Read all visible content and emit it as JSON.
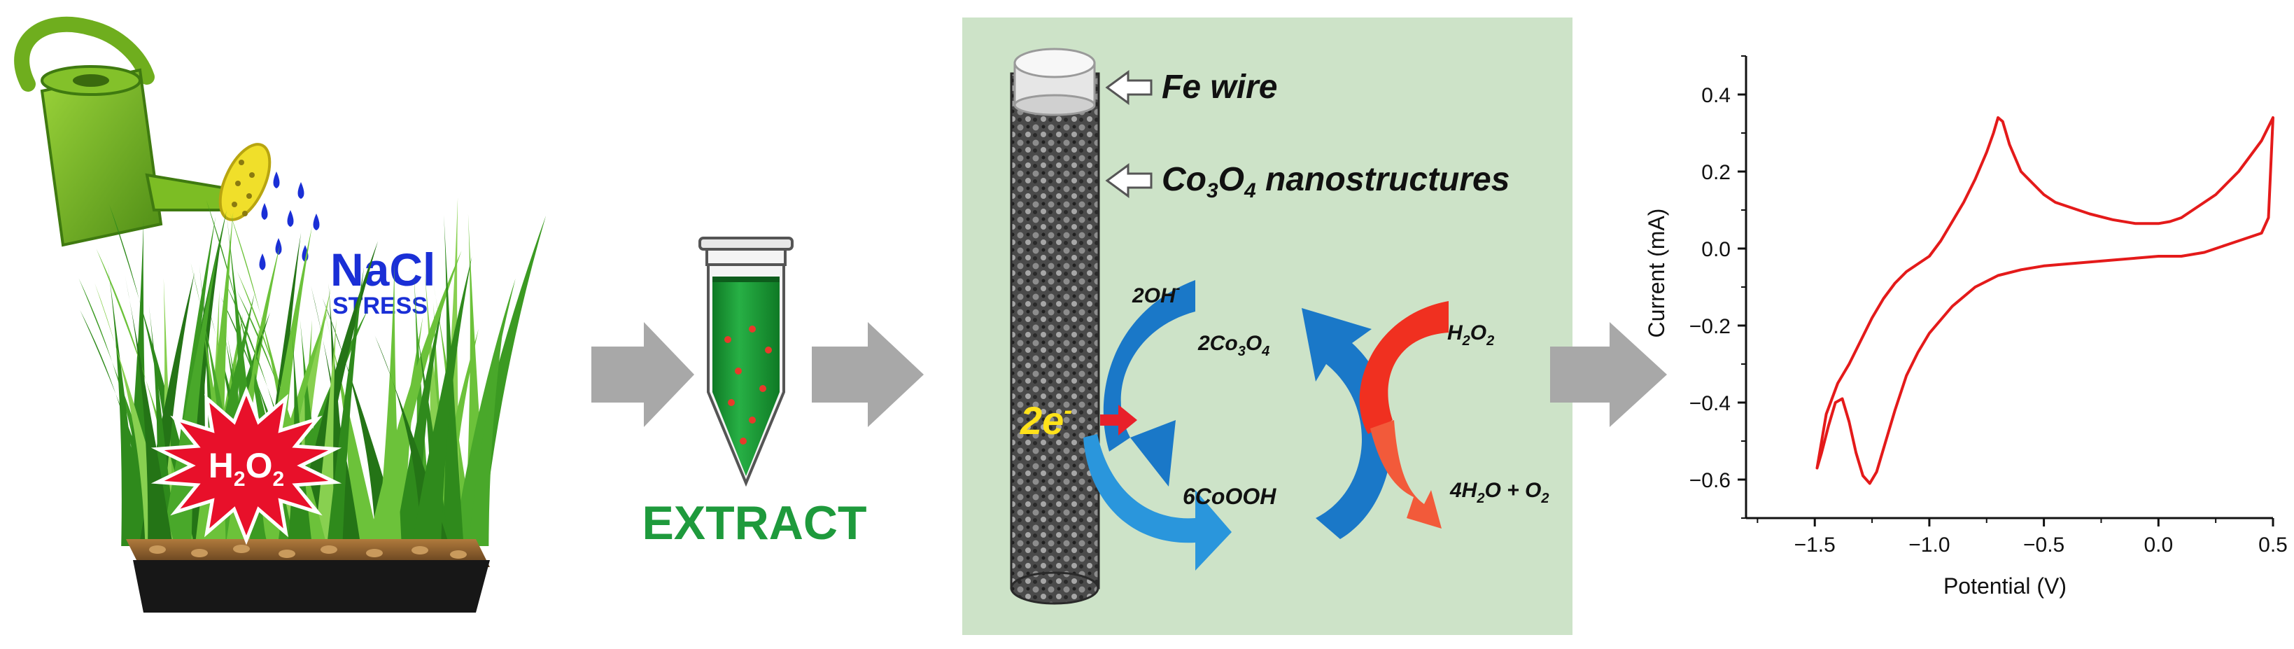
{
  "colors": {
    "panel_bg": "#cde3c8",
    "arrow_gray": "#a8a8a8",
    "nacl_blue": "#1a2fd6",
    "extract_green": "#1e9a3c",
    "electron_yellow": "#ffe21a",
    "cv_red": "#e41a1a",
    "blue_arrow": "#1a78c8",
    "red_arrow": "#f03020"
  },
  "plant_section": {
    "nacl_label": "NaCl",
    "stress_label": "STRESS",
    "h2o2_main": "H",
    "h2o2_sub1": "2",
    "h2o2_mid": "O",
    "h2o2_sub2": "2"
  },
  "extract_section": {
    "extract_label": "EXTRACT"
  },
  "sensor_section": {
    "fe_wire_label": "Fe wire",
    "nano_co": "Co",
    "nano_sub3": "3",
    "nano_o": "O",
    "nano_sub4": "4",
    "nano_rest": " nanostructures",
    "oh_main": "2OH",
    "oh_sup": "-",
    "co3o4_pre": "2Co",
    "co3o4_s1": "3",
    "co3o4_o": "O",
    "co3o4_s2": "4",
    "electron_main": "2e",
    "electron_sup": "-",
    "cooh_label": "6CoOOH",
    "h2o2_h": "H",
    "h2o2_s1": "2",
    "h2o2_o": "O",
    "h2o2_s2": "2",
    "prod_a": "4H",
    "prod_s1": "2",
    "prod_b": "O + O",
    "prod_s2": "2"
  },
  "chart_data": {
    "type": "line",
    "xlabel": "Potential (V)",
    "ylabel": "Current (mA)",
    "xlim": [
      -1.8,
      0.5
    ],
    "ylim": [
      -0.7,
      0.5
    ],
    "x_ticks": [
      -1.5,
      -1.0,
      -0.5,
      0.0,
      0.5
    ],
    "x_tick_labels": [
      "−1.5",
      "−1.0",
      "−0.5",
      "0.0",
      "0.5"
    ],
    "y_ticks": [
      -0.6,
      -0.4,
      -0.2,
      0.0,
      0.2,
      0.4
    ],
    "y_tick_labels": [
      "−0.6",
      "−0.4",
      "−0.2",
      "0.0",
      "0.2",
      "0.4"
    ],
    "grid": false,
    "series": [
      {
        "color": "#e41a1a",
        "x": [
          -1.49,
          -1.45,
          -1.4,
          -1.35,
          -1.3,
          -1.25,
          -1.2,
          -1.15,
          -1.1,
          -1.05,
          -1.0,
          -0.95,
          -0.9,
          -0.85,
          -0.8,
          -0.75,
          -0.72,
          -0.7,
          -0.68,
          -0.65,
          -0.6,
          -0.55,
          -0.5,
          -0.45,
          -0.4,
          -0.3,
          -0.2,
          -0.1,
          0.0,
          0.05,
          0.1,
          0.15,
          0.2,
          0.25,
          0.3,
          0.35,
          0.4,
          0.45,
          0.5,
          0.5,
          0.48,
          0.45,
          0.4,
          0.35,
          0.3,
          0.25,
          0.2,
          0.1,
          0.0,
          -0.1,
          -0.2,
          -0.3,
          -0.4,
          -0.5,
          -0.6,
          -0.7,
          -0.8,
          -0.9,
          -1.0,
          -1.05,
          -1.1,
          -1.15,
          -1.2,
          -1.23,
          -1.26,
          -1.29,
          -1.32,
          -1.35,
          -1.38,
          -1.41,
          -1.44,
          -1.47,
          -1.49
        ],
        "y": [
          -0.57,
          -0.43,
          -0.35,
          -0.3,
          -0.24,
          -0.18,
          -0.13,
          -0.09,
          -0.06,
          -0.04,
          -0.02,
          0.02,
          0.07,
          0.12,
          0.18,
          0.25,
          0.3,
          0.34,
          0.33,
          0.27,
          0.2,
          0.17,
          0.14,
          0.12,
          0.11,
          0.09,
          0.075,
          0.065,
          0.065,
          0.07,
          0.08,
          0.1,
          0.12,
          0.14,
          0.17,
          0.2,
          0.24,
          0.28,
          0.34,
          0.34,
          0.08,
          0.04,
          0.03,
          0.02,
          0.01,
          0.0,
          -0.01,
          -0.02,
          -0.02,
          -0.025,
          -0.03,
          -0.035,
          -0.04,
          -0.045,
          -0.055,
          -0.07,
          -0.1,
          -0.15,
          -0.22,
          -0.27,
          -0.33,
          -0.42,
          -0.52,
          -0.58,
          -0.61,
          -0.59,
          -0.53,
          -0.45,
          -0.39,
          -0.4,
          -0.46,
          -0.53,
          -0.57
        ]
      }
    ]
  }
}
